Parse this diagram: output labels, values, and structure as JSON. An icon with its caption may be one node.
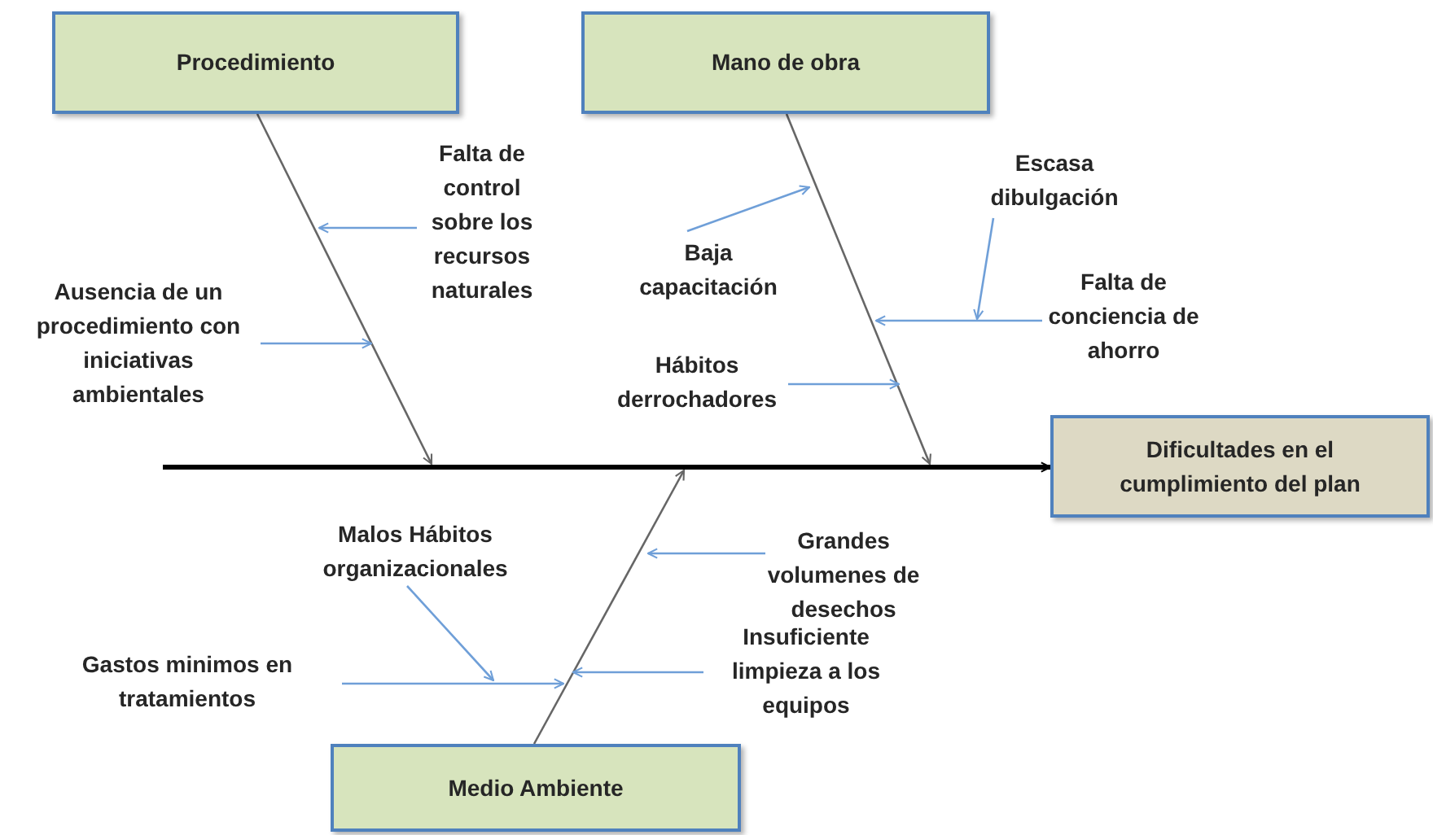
{
  "diagram": {
    "nodes": [
      {
        "text": [
          "Procedimiento"
        ]
      },
      {
        "text": [
          "Mano de obra"
        ]
      },
      {
        "text": [
          "Dificultades en el cumplimiento del plan"
        ]
      },
      {
        "text": [
          "Medio Ambiente"
        ]
      },
      {
        "text": [
          "Falta de control sobre los recursos naturales"
        ]
      },
      {
        "text": [
          "Ausencia de un procedimiento con iniciativas ambientales"
        ]
      },
      {
        "text": [
          "Baja capacitación"
        ]
      },
      {
        "text": [
          "Hábitos derrochadores"
        ]
      },
      {
        "text": [
          "Escasa dibulgación"
        ]
      },
      {
        "text": [
          "Falta de conciencia de ahorro"
        ]
      },
      {
        "text": [
          "Grandes volumenes de desechos"
        ]
      },
      {
        "text": [
          "Malos Hábitos organizacionales"
        ]
      },
      {
        "text": [
          "Gastos minimos en tratamientos"
        ]
      },
      {
        "text": [
          "Insuficiente limpieza a los equipos"
        ]
      }
    ],
    "edges": [
      {
        "from": null,
        "to": 2,
        "arrow": "to",
        "style": "thick",
        "color": "#000000"
      },
      {
        "from": 0,
        "to": null,
        "arrow": "to",
        "color": "#666666"
      },
      {
        "from": 1,
        "to": null,
        "arrow": "to",
        "color": "#666666"
      },
      {
        "from": 3,
        "to": null,
        "arrow": "to",
        "color": "#666666"
      },
      {
        "from": 4,
        "to": null,
        "arrow": "to"
      },
      {
        "from": 5,
        "to": null,
        "arrow": "to"
      },
      {
        "from": 6,
        "to": null,
        "arrow": "to"
      },
      {
        "from": 7,
        "to": null,
        "arrow": "to"
      },
      {
        "from": 8,
        "to": null,
        "arrow": "to"
      },
      {
        "from": 9,
        "to": null,
        "arrow": "to"
      },
      {
        "from": 10,
        "to": null,
        "arrow": "to"
      },
      {
        "from": 11,
        "to": null,
        "arrow": "to"
      },
      {
        "from": 12,
        "to": null,
        "arrow": "to"
      },
      {
        "from": 13,
        "to": null,
        "arrow": "to"
      }
    ]
  }
}
